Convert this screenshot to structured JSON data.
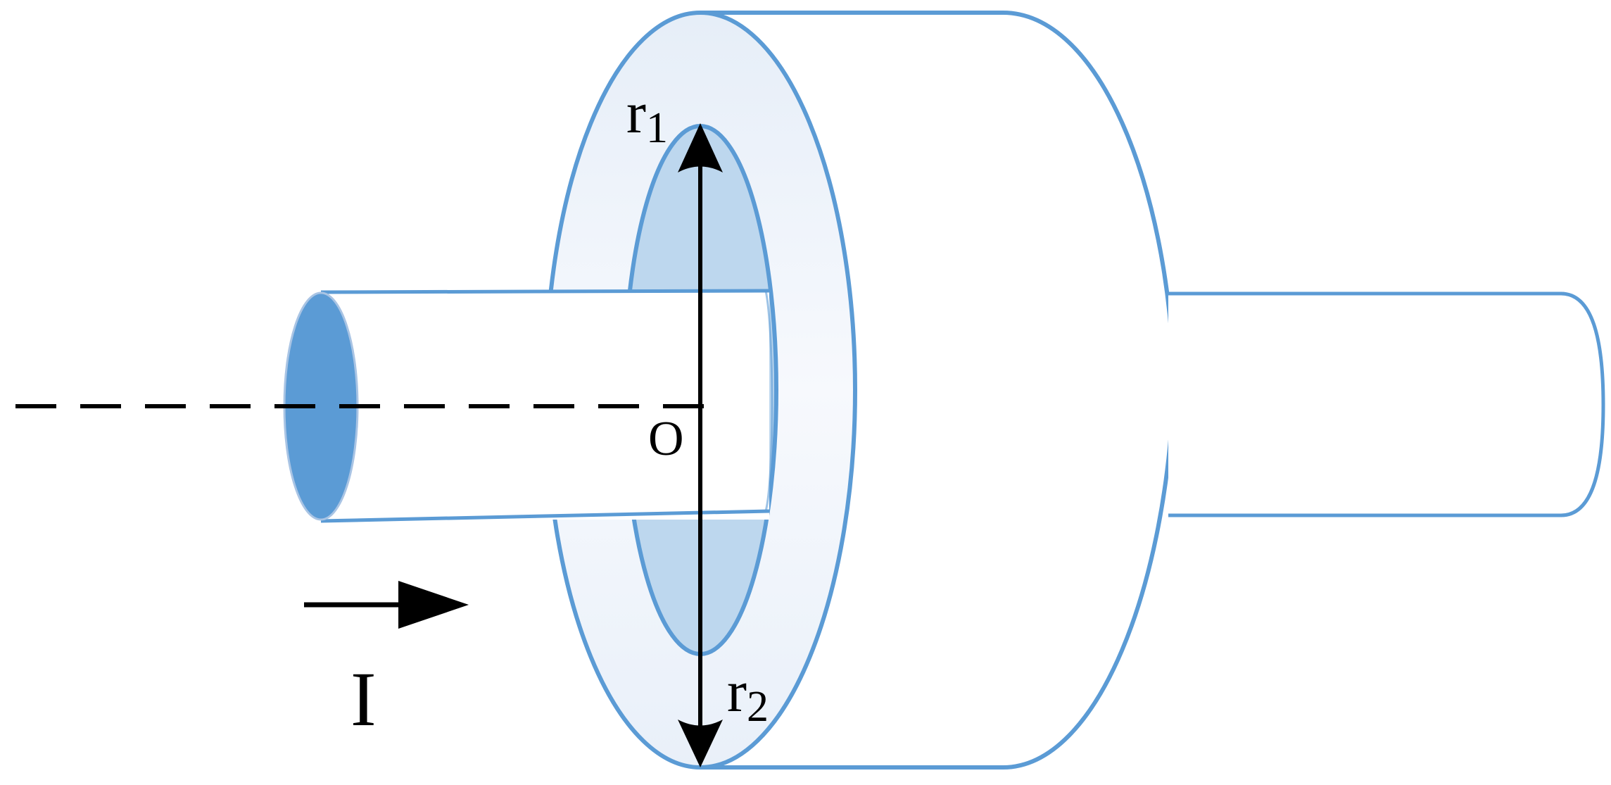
{
  "labels": {
    "r1_base": "r",
    "r1_sub": "1",
    "r2_base": "r",
    "r2_sub": "2",
    "origin": "O",
    "current": "I"
  },
  "colors": {
    "outline": "#5b9bd5",
    "end_cap_fill": "#5b9bd5",
    "inner_ring_fill": "#bdd7ee",
    "outer_ring_fill": "#eef3fa",
    "arrow": "#000000",
    "axis": "#000000"
  }
}
